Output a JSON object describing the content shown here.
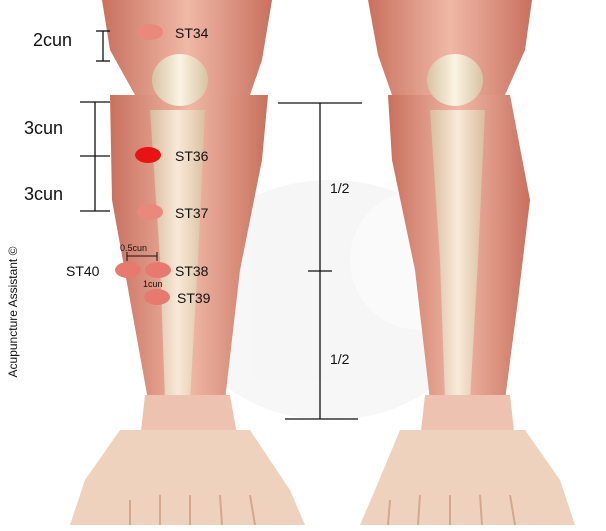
{
  "points": {
    "st34": {
      "label": "ST34",
      "color": "#e9897c"
    },
    "st36": {
      "label": "ST36",
      "color": "#e81414"
    },
    "st37": {
      "label": "ST37",
      "color": "#e9897c"
    },
    "st38": {
      "label": "ST38",
      "color": "#e77a6e"
    },
    "st39": {
      "label": "ST39",
      "color": "#e77a6e"
    },
    "st40": {
      "label": "ST40",
      "color": "#e77a6e"
    }
  },
  "measures": {
    "two_cun": "2cun",
    "three_cun_upper": "3cun",
    "three_cun_lower": "3cun",
    "half_cun": "0.5cun",
    "one_cun": "1cun",
    "half_upper": "1/2",
    "half_lower": "1/2"
  },
  "credit": "Acupuncture Assistant ©",
  "colors": {
    "muscle": "#e8a28f",
    "muscle_dark": "#c9705e",
    "bone": "#f3e6cf",
    "bone_shadow": "#d8c3a1",
    "line": "#111111"
  }
}
